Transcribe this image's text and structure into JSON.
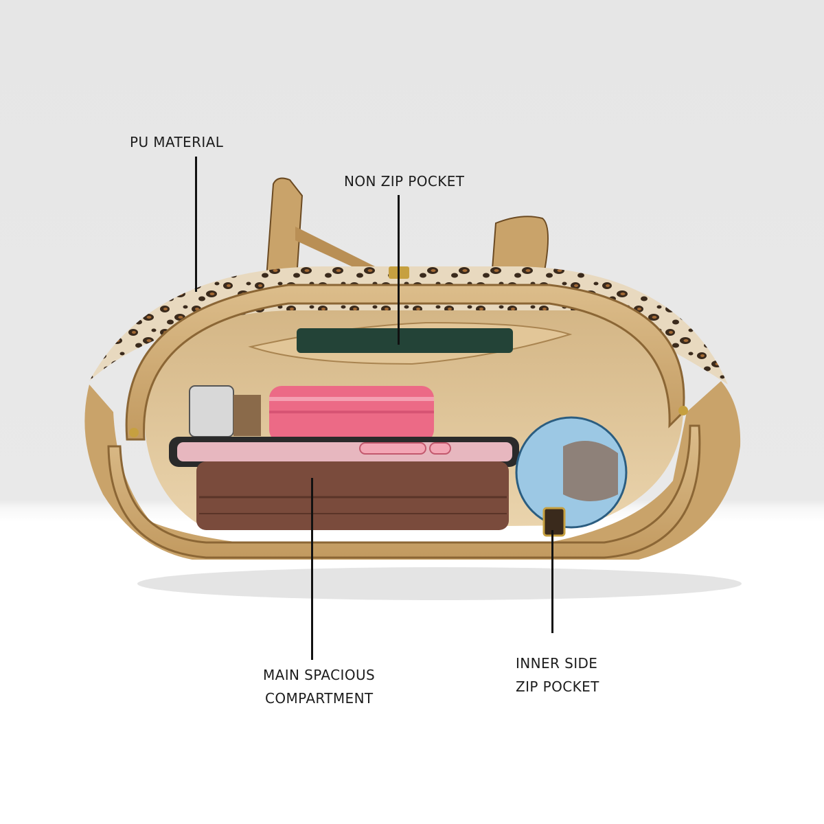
{
  "callouts": {
    "pu_material": "PU MATERIAL",
    "non_zip_pocket": "NON ZIP POCKET",
    "main_compartment_line1": "MAIN SPACIOUS",
    "main_compartment_line2": "COMPARTMENT",
    "inner_zip_line1": "INNER SIDE",
    "inner_zip_line2": "ZIP POCKET"
  },
  "colors": {
    "leather_tan": "#c9a36a",
    "leather_light": "#d8b888",
    "lining": "#e3c99f",
    "leopard_base": "#e8d9bf",
    "leopard_spot": "#3a2a1c",
    "wallet_brown": "#7a4b3c",
    "compact_pink": "#ec6a86",
    "card_green": "#234337",
    "leader_line": "#111111"
  }
}
